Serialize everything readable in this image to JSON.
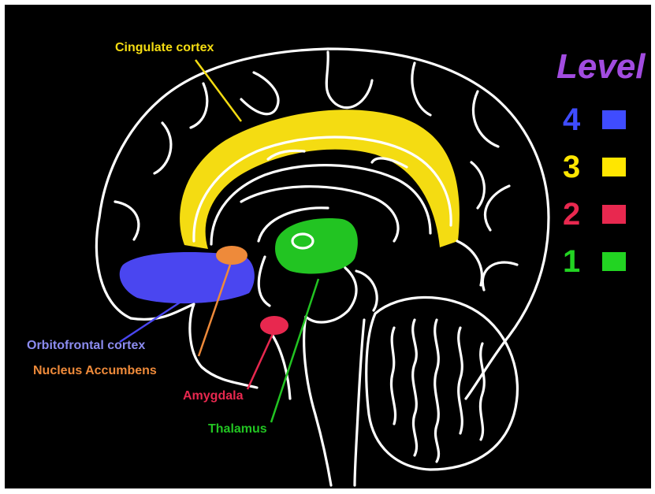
{
  "labels": {
    "cingulate": "Cingulate cortex",
    "orbitofrontal": "Orbitofrontal cortex",
    "accumbens": "Nucleus Accumbens",
    "amygdala": "Amygdala",
    "thalamus": "Thalamus"
  },
  "legend": {
    "title": "Level",
    "items": [
      {
        "number": "4",
        "color": "#3f4cff"
      },
      {
        "number": "3",
        "color": "#ffe600"
      },
      {
        "number": "2",
        "color": "#e8284f"
      },
      {
        "number": "1",
        "color": "#22d422"
      }
    ]
  },
  "colors": {
    "background": "#000000",
    "outline": "#ffffff",
    "title": "#a24ce0",
    "cingulate": "#f4dc12",
    "orbitofrontal": "#4a46f0",
    "accumbens": "#ee8a3a",
    "amygdala": "#e8284f",
    "thalamus": "#22c422",
    "orbitofrontal_label": "#8c8cf0"
  }
}
